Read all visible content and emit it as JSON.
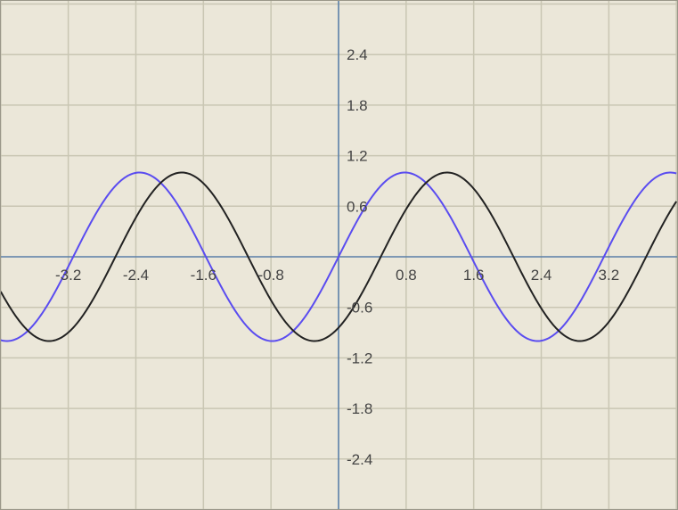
{
  "chart_data": {
    "type": "line",
    "title": "",
    "xlabel": "",
    "ylabel": "",
    "xlim": [
      -4.0,
      4.0
    ],
    "ylim": [
      -3.0,
      3.0
    ],
    "grid": true,
    "x_ticks": [
      -3.2,
      -2.4,
      -1.6,
      -0.8,
      0.8,
      1.6,
      2.4,
      3.2
    ],
    "y_ticks": [
      2.4,
      1.8,
      1.2,
      0.6,
      -0.6,
      -1.2,
      -1.8,
      -2.4
    ],
    "x_tick_labels": [
      "-3.2",
      "-2.4",
      "-1.6",
      "-0.8",
      "0.8",
      "1.6",
      "2.4",
      "3.2"
    ],
    "y_tick_labels": [
      "2.4",
      "1.8",
      "1.2",
      "0.6",
      "-0.6",
      "-1.2",
      "-1.8",
      "-2.4"
    ],
    "series": [
      {
        "function": "y = sin(2x)",
        "color": "#5a4cf0",
        "x": [
          -4.0,
          -3.6,
          -3.2,
          -2.8,
          -2.4,
          -2.0,
          -1.6,
          -1.2,
          -0.8,
          -0.4,
          0.0,
          0.4,
          0.8,
          1.2,
          1.6,
          2.0,
          2.4,
          2.8,
          3.2,
          3.6,
          4.0
        ],
        "values": [
          -0.99,
          -0.79,
          -0.06,
          0.63,
          1.0,
          0.76,
          0.06,
          -0.68,
          -1.0,
          -0.72,
          0.0,
          0.72,
          1.0,
          0.68,
          -0.06,
          -0.76,
          -1.0,
          -0.63,
          0.06,
          0.79,
          0.99
        ]
      },
      {
        "function": "y = sin(2x - 1)",
        "color": "#222222",
        "x": [
          -4.0,
          -3.6,
          -3.2,
          -2.8,
          -2.4,
          -2.0,
          -1.6,
          -1.2,
          -0.8,
          -0.4,
          0.0,
          0.4,
          0.8,
          1.2,
          1.6,
          2.0,
          2.4,
          2.8,
          3.2,
          3.6,
          4.0
        ],
        "values": [
          -0.41,
          -0.98,
          -0.85,
          -0.15,
          0.58,
          0.96,
          0.84,
          0.16,
          -0.6,
          -1.0,
          -0.84,
          -0.2,
          0.6,
          0.99,
          0.81,
          0.14,
          -0.62,
          -0.99,
          -0.78,
          -0.09,
          0.66
        ]
      }
    ]
  },
  "colors": {
    "background": "#ebe7d9",
    "grid": "#c9c6b3",
    "axis": "#5a7fa8"
  }
}
